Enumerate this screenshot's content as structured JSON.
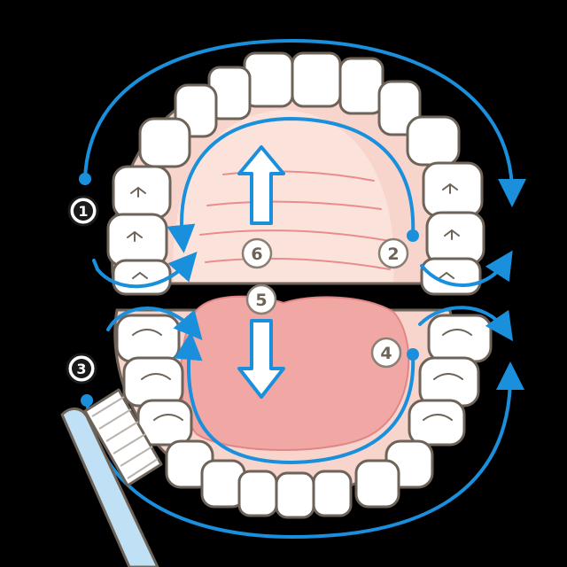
{
  "steps": [
    {
      "label": "1",
      "style": "solid"
    },
    {
      "label": "2",
      "style": "outline"
    },
    {
      "label": "3",
      "style": "solid"
    },
    {
      "label": "4",
      "style": "outline"
    },
    {
      "label": "5",
      "style": "outline"
    },
    {
      "label": "6",
      "style": "outline"
    }
  ],
  "colors": {
    "background": "#000000",
    "arrow": "#1a8fdc",
    "tooth": "#ffffff",
    "tooth_outline": "#6e6358",
    "gum": "#f8d5cc",
    "palate": "#fbe3db",
    "tongue": "#f1a7a3",
    "palate_ridge": "#e98c8c",
    "brush_handle": "#bfe0f5",
    "brush_bristle": "#ffffff"
  },
  "icons": {
    "toothbrush": "toothbrush-icon"
  }
}
